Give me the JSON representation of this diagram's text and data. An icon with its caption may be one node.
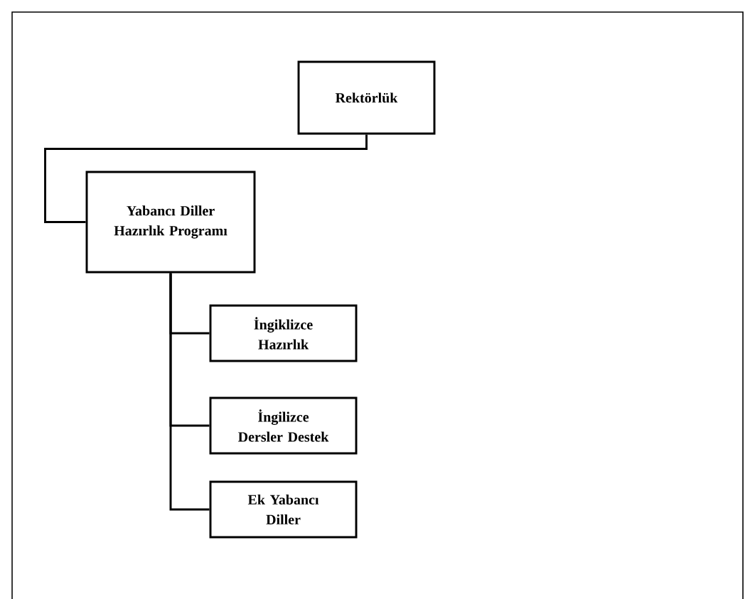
{
  "diagram": {
    "nodes": [
      {
        "text": [
          "Rektörlük"
        ]
      },
      {
        "text": [
          "Yabancı Diller Hazırlık Programı"
        ]
      },
      {
        "text": [
          "İngiklizce Hazırlık"
        ]
      },
      {
        "text": [
          "İngilizce Dersler Destek"
        ]
      },
      {
        "text": [
          "Ek Yabancı Diller"
        ]
      }
    ],
    "edges": [
      {
        "from": 0,
        "to": 1,
        "arrow": "none"
      },
      {
        "from": 1,
        "to": 2,
        "arrow": "none"
      },
      {
        "from": 1,
        "to": 3,
        "arrow": "none"
      },
      {
        "from": 1,
        "to": 4,
        "arrow": "none"
      }
    ]
  }
}
